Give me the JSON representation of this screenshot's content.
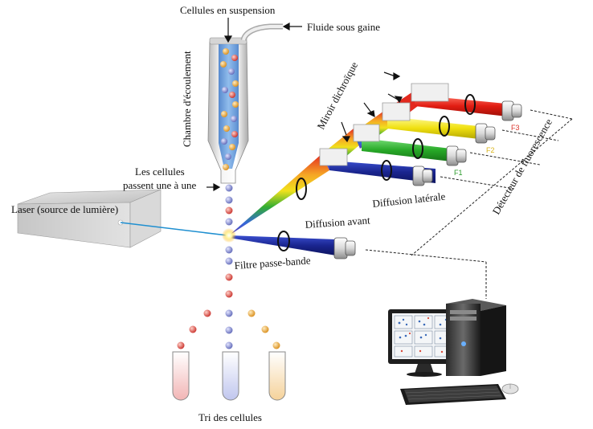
{
  "labels": {
    "cells_suspension": "Cellules en suspension",
    "sheath_fluid": "Fluide sous gaine",
    "flow_chamber": "Chambre d'écoulement",
    "cells_one_by_one_1": "Les cellules",
    "cells_one_by_one_2": "passent une à une",
    "laser": "Laser (source de lumière)",
    "dichroic_mirror": "Miroir dichroïque",
    "side_scatter": "Diffusion latérale",
    "forward_scatter": "Diffusion avant",
    "bandpass_filter": "Filtre passe-bande",
    "fluorescence_detector": "Détecteur de fluorescence",
    "cell_sorting": "Tri des cellules",
    "f1": "F1",
    "f2": "F2",
    "f3": "F3"
  },
  "colors": {
    "laser_beam": "#1f8fd0",
    "forward_beam": "#1a2a9a",
    "side_beam": "#1a2a9a",
    "f1_beam": "#2bb32b",
    "f2_beam": "#f2ea1c",
    "f3_beam": "#e8221b",
    "f1_text": "#2a9a2a",
    "f2_text": "#d9b41a",
    "f3_text": "#d9342b",
    "cell_red": "#d9534f",
    "cell_orange": "#eaa23a",
    "cell_blue": "#7d86c8"
  },
  "icons": [
    "laser-box",
    "flow-chamber",
    "detector-lens",
    "dichroic-mirror",
    "computer-monitor",
    "computer-tower",
    "keyboard-icon",
    "mouse-icon",
    "test-tube"
  ]
}
